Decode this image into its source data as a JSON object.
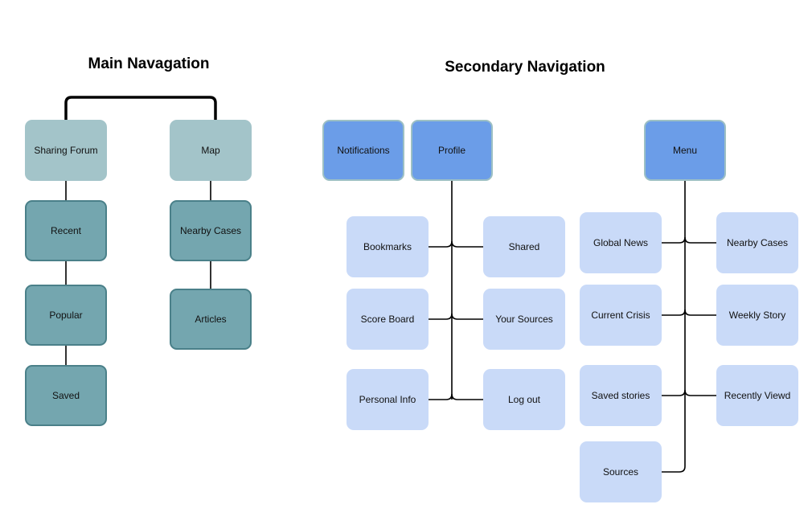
{
  "main": {
    "title": "Main Navagation",
    "sharing_forum": "Sharing Forum",
    "map": "Map",
    "forum_children": [
      "Recent",
      "Popular",
      "Saved"
    ],
    "map_children": [
      "Nearby Cases",
      "Articles"
    ]
  },
  "secondary": {
    "title": "Secondary Navigation",
    "notifications": "Notifications",
    "profile": "Profile",
    "menu": "Menu",
    "profile_children": [
      "Bookmarks",
      "Shared",
      "Score Board",
      "Your Sources",
      "Personal Info",
      "Log out"
    ],
    "menu_children": [
      "Global News",
      "Nearby Cases",
      "Current Crisis",
      "Weekly Story",
      "Saved stories",
      "Recently Viewd",
      "Sources"
    ]
  }
}
